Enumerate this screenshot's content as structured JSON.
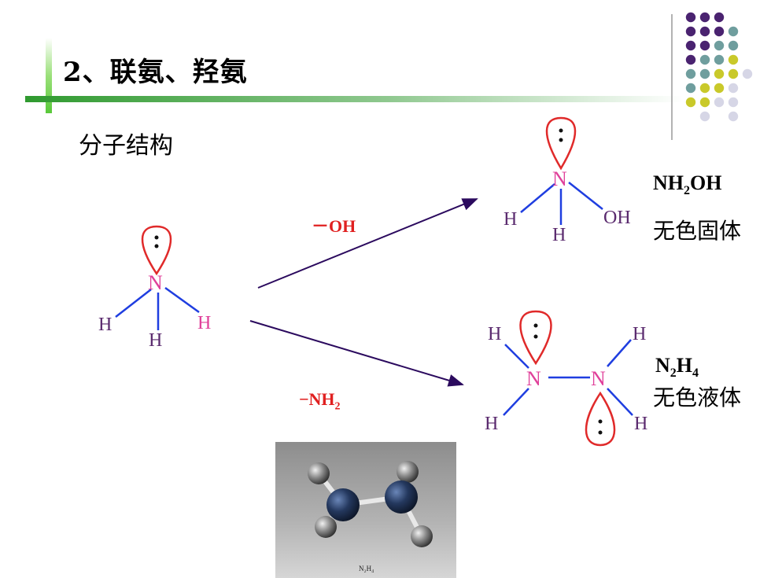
{
  "slide": {
    "title": "2、联氨、羟氨",
    "subtitle": "分子结构",
    "reactions": {
      "oh_label": "－OH",
      "nh2_label_main": "−NH",
      "nh2_label_sub": "2"
    },
    "hydroxylamine": {
      "formula_main": "NH",
      "formula_sub": "2",
      "formula_tail": "OH",
      "description": "无色固体"
    },
    "hydrazine": {
      "formula_n": "N",
      "formula_n_sub": "2",
      "formula_h": "H",
      "formula_h_sub": "4",
      "description": "无色液体"
    },
    "structures": {
      "ammonia": {
        "n": "N",
        "h1": "H",
        "h2": "H",
        "h3": "H"
      },
      "hydroxylamine": {
        "n": "N",
        "h1": "H",
        "h2": "H",
        "oh": "OH"
      },
      "hydrazine": {
        "n1": "N",
        "n2": "N",
        "h1": "H",
        "h2": "H",
        "h3": "H",
        "h4": "H"
      }
    },
    "photo_caption": "N₂H₄"
  }
}
